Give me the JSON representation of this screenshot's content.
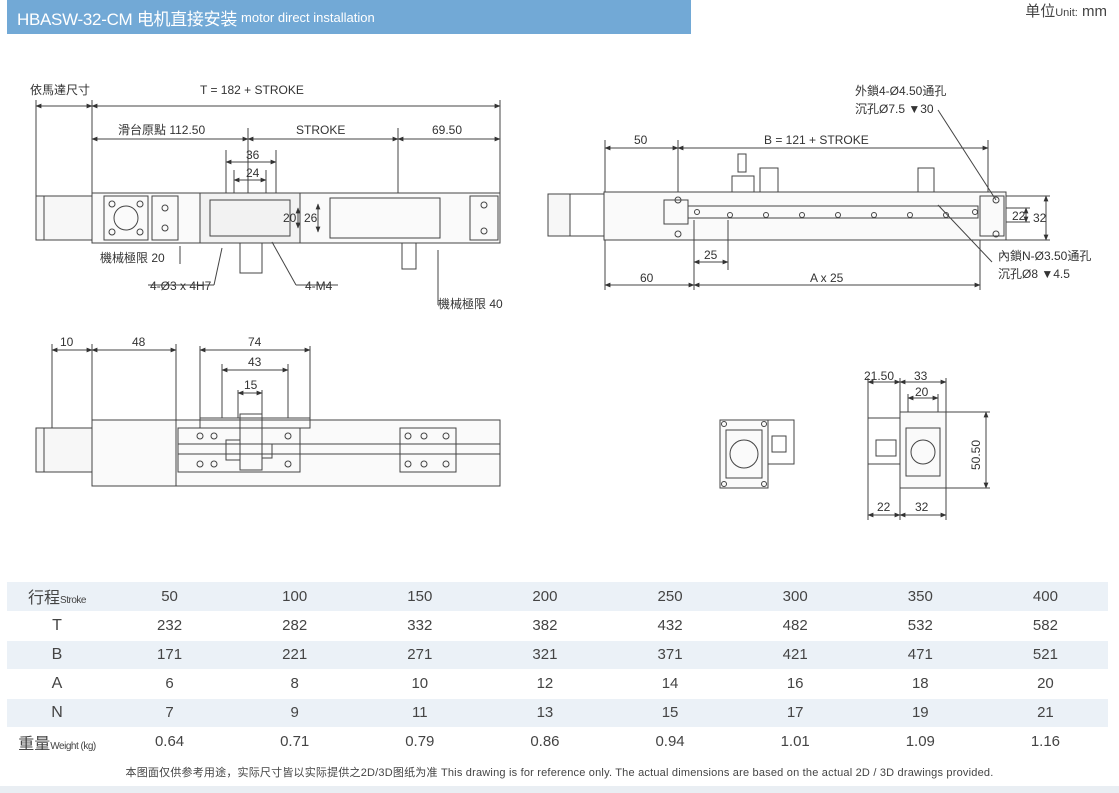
{
  "header": {
    "model": "HBASW-32-CM 电机直接安装",
    "subtitle": "motor direct installation"
  },
  "unit": {
    "label": "单位",
    "en": "Unit:",
    "value": "mm"
  },
  "drawing": {
    "front": {
      "motor_dim": "依馬達尺寸",
      "t_dim": "T = 182 + STROKE",
      "origin": "滑台原點 112.50",
      "stroke": "STROKE",
      "right_dim": "69.50",
      "d36": "36",
      "d24": "24",
      "d20": "20",
      "d26": "26",
      "mech_limit_left": "機械極限 20",
      "mech_limit_right": "機械極限 40",
      "pin_holes": "4-Ø3 x 4H7",
      "tap_holes": "4-M4"
    },
    "side": {
      "outer_holes_1": "外鎖4-Ø4.50通孔",
      "outer_holes_2": "沉孔Ø7.5",
      "outer_holes_2b": "30",
      "d50": "50",
      "b_dim": "B = 121 + STROKE",
      "d22": "22",
      "d32": "32",
      "d25": "25",
      "d60": "60",
      "a_dim": "A x 25",
      "inner_holes_1": "內鎖N-Ø3.50通孔",
      "inner_holes_2": "沉孔Ø8",
      "inner_holes_2b": "4.5"
    },
    "top": {
      "d10": "10",
      "d48": "48",
      "d74": "74",
      "d43": "43",
      "d15": "15"
    },
    "end": {
      "d2150": "21.50",
      "d33": "33",
      "d20": "20",
      "d5050": "50.50",
      "d22": "22",
      "d32": "32"
    }
  },
  "table": {
    "rows": [
      {
        "label": "行程",
        "label_en": "Stroke",
        "values": [
          "50",
          "100",
          "150",
          "200",
          "250",
          "300",
          "350",
          "400"
        ]
      },
      {
        "label": "T",
        "label_en": "",
        "values": [
          "232",
          "282",
          "332",
          "382",
          "432",
          "482",
          "532",
          "582"
        ]
      },
      {
        "label": "B",
        "label_en": "",
        "values": [
          "171",
          "221",
          "271",
          "321",
          "371",
          "421",
          "471",
          "521"
        ]
      },
      {
        "label": "A",
        "label_en": "",
        "values": [
          "6",
          "8",
          "10",
          "12",
          "14",
          "16",
          "18",
          "20"
        ]
      },
      {
        "label": "N",
        "label_en": "",
        "values": [
          "7",
          "9",
          "11",
          "13",
          "15",
          "17",
          "19",
          "21"
        ]
      },
      {
        "label": "重量",
        "label_en": "Weight (kg)",
        "values": [
          "0.64",
          "0.71",
          "0.79",
          "0.86",
          "0.94",
          "1.01",
          "1.09",
          "1.16"
        ]
      }
    ]
  },
  "footnote": "本图面仅供参考用途，实际尺寸皆以实际提供之2D/3D图纸为准 This drawing is for reference only. The actual dimensions are based on the actual 2D / 3D drawings provided."
}
